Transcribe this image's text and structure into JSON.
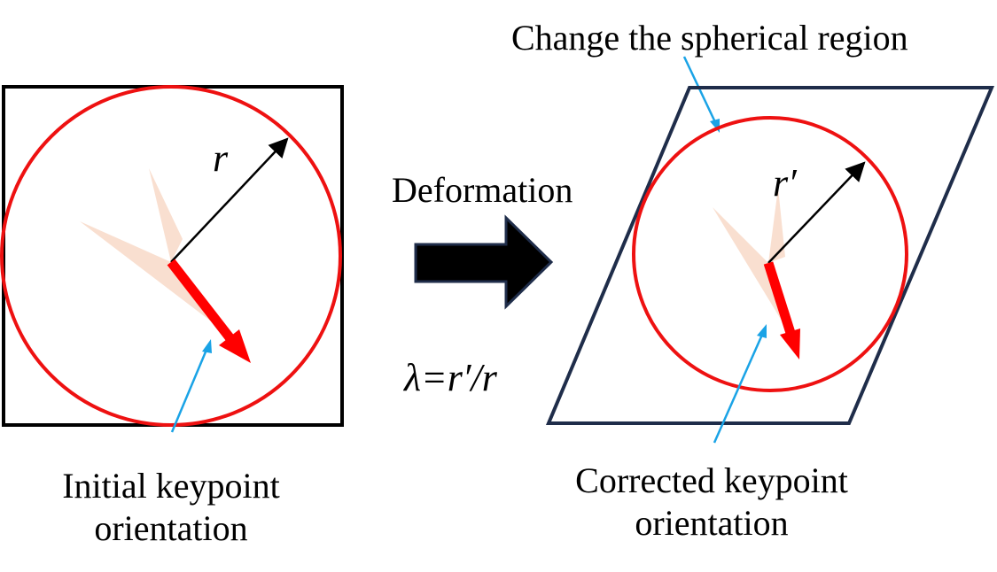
{
  "labels": {
    "change_region": "Change the spherical region",
    "deformation": "Deformation",
    "radius_initial": "r",
    "radius_deformed": "r′",
    "lambda_formula": "λ=r′/r",
    "initial_orientation_line1": "Initial keypoint",
    "initial_orientation_line2": "orientation",
    "corrected_orientation_line1": "Corrected keypoint",
    "corrected_orientation_line2": "orientation"
  },
  "colors": {
    "circle": "#ee1111",
    "orientation_arrow": "#ff0000",
    "fan": "#f8d9c8",
    "pointer": "#1aa3e6",
    "square_frame": "#000000",
    "parallelogram_frame": "#1f2d4a",
    "deformation_arrow_fill": "#000000",
    "deformation_arrow_stroke": "#1f2d4a"
  }
}
